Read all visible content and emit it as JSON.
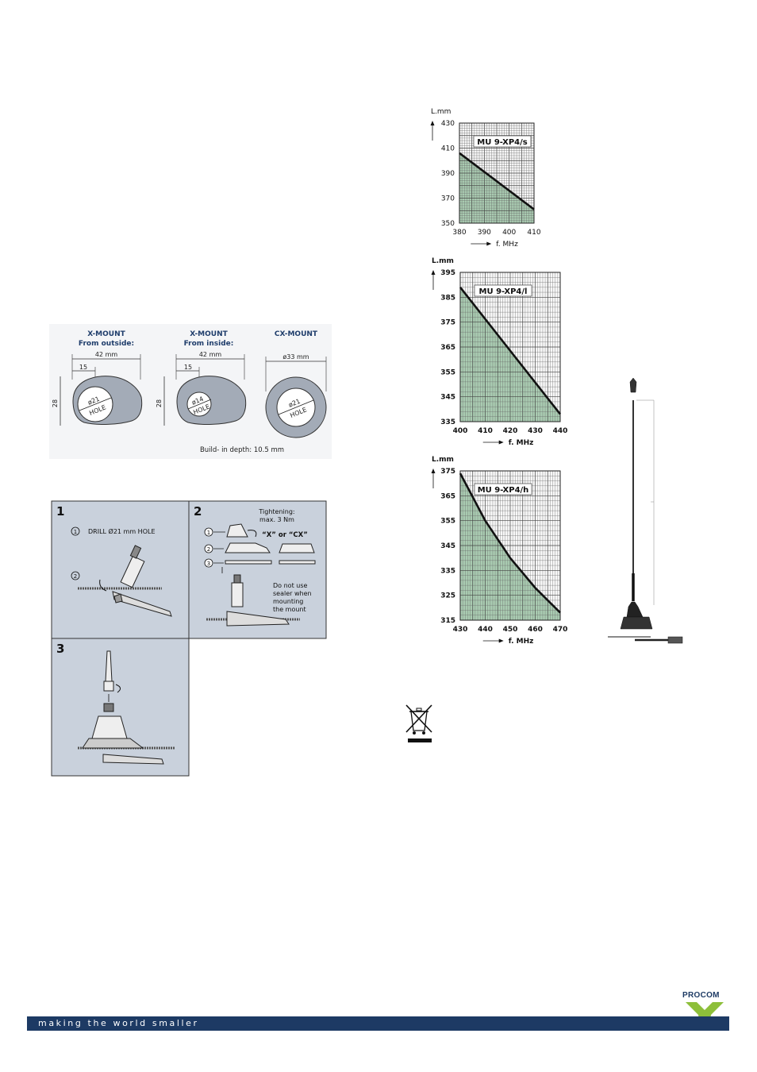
{
  "mounts": {
    "x_outside": {
      "title1": "X-MOUNT",
      "title2": "From outside:",
      "width": "42 mm",
      "offset": "15",
      "height": "28",
      "hole1": "ø21",
      "hole2": "HOLE"
    },
    "x_inside": {
      "title1": "X-MOUNT",
      "title2": "From inside:",
      "width": "42 mm",
      "offset": "15",
      "height": "28",
      "hole1": "ø14",
      "hole2": "HOLE"
    },
    "cx": {
      "title1": "CX-MOUNT",
      "width": "ø33 mm",
      "hole1": "ø21",
      "hole2": "HOLE"
    },
    "depth_note": "Build- in depth: 10.5 mm"
  },
  "steps": {
    "s1": {
      "num": "1",
      "circle1": "1",
      "text1": "DRILL Ø21 mm HOLE",
      "circle2": "2"
    },
    "s2": {
      "num": "2",
      "tight1": "Tightening:",
      "tight2": "max. 3 Nm",
      "x_or_cx": "“X” or “CX”",
      "c1": "1",
      "c2": "2",
      "c3": "3",
      "note1": "Do not use",
      "note2": "sealer when",
      "note3": "mounting",
      "note4": "the mount"
    },
    "s3": {
      "num": "3"
    }
  },
  "chart_data": [
    {
      "type": "line",
      "title": "MU 9-XP4/s",
      "ylabel": "L.mm",
      "xlabel": "f. MHz",
      "xlim": [
        380,
        410
      ],
      "ylim": [
        350,
        430
      ],
      "xticks": [
        "380",
        "390",
        "400",
        "410"
      ],
      "yticks": [
        "350",
        "370",
        "390",
        "410",
        "430"
      ],
      "x": [
        380,
        410
      ],
      "y": [
        406,
        361
      ],
      "grid": true
    },
    {
      "type": "line",
      "title": "MU 9-XP4/l",
      "ylabel": "L.mm",
      "xlabel": "f. MHz",
      "xlim": [
        400,
        440
      ],
      "ylim": [
        335,
        395
      ],
      "xticks": [
        "400",
        "410",
        "420",
        "430",
        "440"
      ],
      "yticks": [
        "335",
        "345",
        "355",
        "365",
        "375",
        "385",
        "395"
      ],
      "x": [
        400,
        440
      ],
      "y": [
        389,
        338
      ],
      "grid": true
    },
    {
      "type": "line",
      "title": "MU 9-XP4/h",
      "ylabel": "L.mm",
      "xlabel": "f. MHz",
      "xlim": [
        430,
        470
      ],
      "ylim": [
        315,
        375
      ],
      "xticks": [
        "430",
        "440",
        "450",
        "460",
        "470"
      ],
      "yticks": [
        "315",
        "325",
        "335",
        "345",
        "355",
        "365",
        "375"
      ],
      "x": [
        430,
        440,
        450,
        460,
        470
      ],
      "y": [
        374,
        355,
        340,
        328,
        318
      ],
      "grid": true
    }
  ],
  "footer": {
    "slogan": "making the world smaller",
    "brand": "PROCOM"
  },
  "colors": {
    "panel": "#c9d1dc",
    "mount_fill": "#a3abb7",
    "footer": "#1d3a64",
    "chart_fill": "#a9cbb1"
  }
}
